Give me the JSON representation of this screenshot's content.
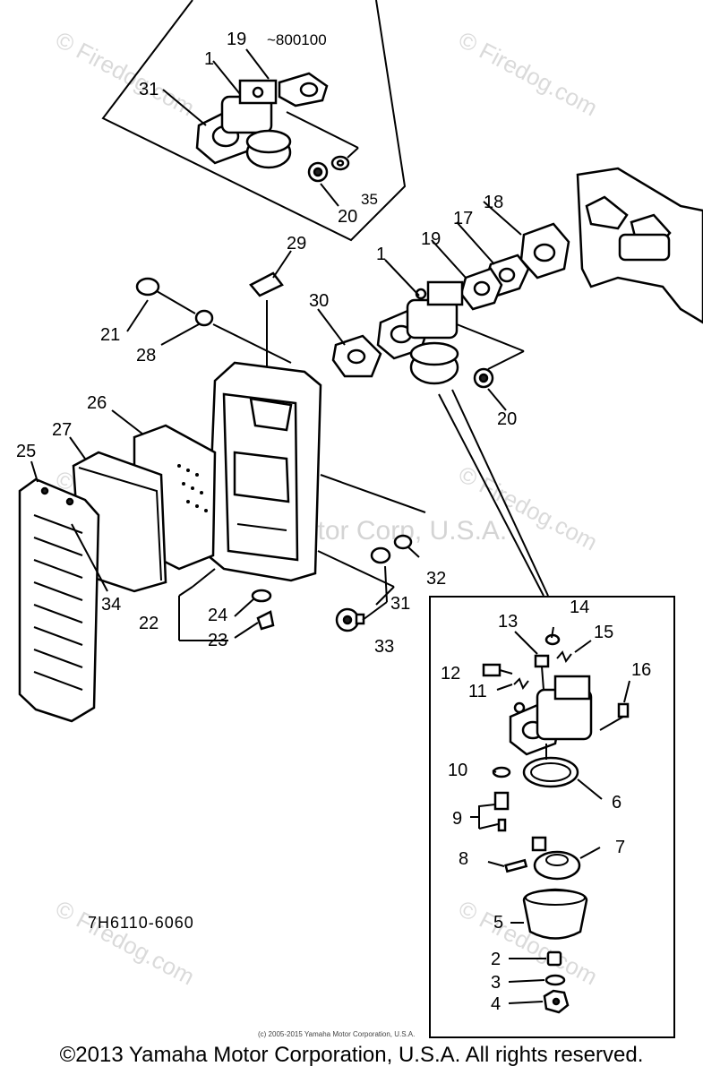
{
  "labels": {
    "l1a": "1",
    "l19a": "19",
    "serial": "~800100",
    "l31a": "31",
    "l35": "35",
    "l20a": "20",
    "l18": "18",
    "l17": "17",
    "l19b": "19",
    "l1b": "1",
    "l29": "29",
    "l30": "30",
    "l20b": "20",
    "l21": "21",
    "l28": "28",
    "l26": "26",
    "l27": "27",
    "l25": "25",
    "l34": "34",
    "l22": "22",
    "l24": "24",
    "l23": "23",
    "l31b": "31",
    "l32": "32",
    "l33": "33",
    "l14": "14",
    "l13": "13",
    "l15": "15",
    "l12": "12",
    "l16": "16",
    "l11": "11",
    "l10": "10",
    "l6": "6",
    "l9": "9",
    "l8": "8",
    "l7": "7",
    "l5": "5",
    "l2": "2",
    "l3": "3",
    "l4": "4"
  },
  "diagram_code": "7H6110-6060",
  "watermarks": {
    "site": "© Firedog.com",
    "company": "Yamaha Motor Corp, U.S.A."
  },
  "fine_print": "(c) 2005-2015 Yamaha Motor Corporation, U.S.A.",
  "footer": "©2013 Yamaha Motor Corporation, U.S.A. All rights reserved."
}
